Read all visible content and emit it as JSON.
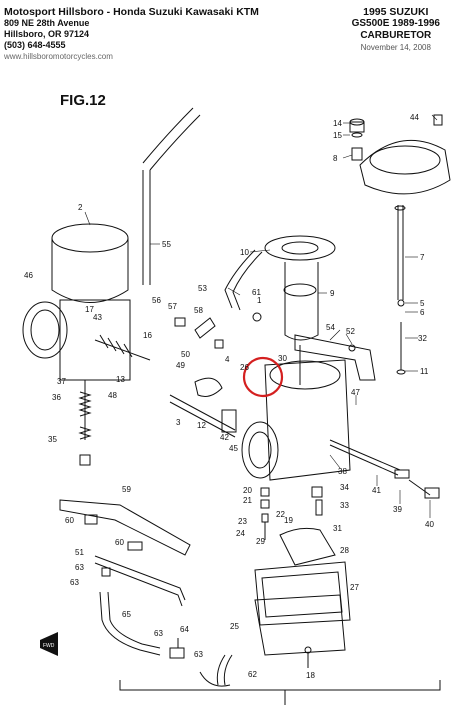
{
  "header": {
    "dealer": "Motosport Hillsboro - Honda Suzuki Kawasaki KTM",
    "address": "809 NE 28th Avenue",
    "city": "Hillsboro, OR 97124",
    "phone": "(503) 648-4555",
    "website": "www.hillsboromotorcycles.com",
    "year_make": "1995  SUZUKI",
    "model": "GS500E 1989-1996",
    "section": "CARBURETOR",
    "date": "November 14, 2008"
  },
  "figure_label": "FIG.12",
  "highlight_color": "#d42020",
  "highlighted_part": "26",
  "callouts": [
    {
      "id": "c1",
      "text": "1"
    },
    {
      "id": "c2",
      "text": "2"
    },
    {
      "id": "c3",
      "text": "3"
    },
    {
      "id": "c4",
      "text": "4"
    },
    {
      "id": "c5",
      "text": "5"
    },
    {
      "id": "c6",
      "text": "6"
    },
    {
      "id": "c7",
      "text": "7"
    },
    {
      "id": "c8",
      "text": "8"
    },
    {
      "id": "c9",
      "text": "9"
    },
    {
      "id": "c10",
      "text": "10"
    },
    {
      "id": "c11",
      "text": "11"
    },
    {
      "id": "c12",
      "text": "12"
    },
    {
      "id": "c13",
      "text": "13"
    },
    {
      "id": "c14",
      "text": "14"
    },
    {
      "id": "c15",
      "text": "15"
    },
    {
      "id": "c16",
      "text": "16"
    },
    {
      "id": "c17",
      "text": "17"
    },
    {
      "id": "c18",
      "text": "18"
    },
    {
      "id": "c19",
      "text": "19"
    },
    {
      "id": "c20",
      "text": "20"
    },
    {
      "id": "c21",
      "text": "21"
    },
    {
      "id": "c22",
      "text": "22"
    },
    {
      "id": "c23",
      "text": "23"
    },
    {
      "id": "c24",
      "text": "24"
    },
    {
      "id": "c25",
      "text": "25"
    },
    {
      "id": "c26",
      "text": "26"
    },
    {
      "id": "c27",
      "text": "27"
    },
    {
      "id": "c28",
      "text": "28"
    },
    {
      "id": "c29",
      "text": "29"
    },
    {
      "id": "c30",
      "text": "30"
    },
    {
      "id": "c31",
      "text": "31"
    },
    {
      "id": "c32",
      "text": "32"
    },
    {
      "id": "c33",
      "text": "33"
    },
    {
      "id": "c34",
      "text": "34"
    },
    {
      "id": "c35",
      "text": "35"
    },
    {
      "id": "c36",
      "text": "36"
    },
    {
      "id": "c37",
      "text": "37"
    },
    {
      "id": "c38",
      "text": "38"
    },
    {
      "id": "c39",
      "text": "39"
    },
    {
      "id": "c40",
      "text": "40"
    },
    {
      "id": "c41",
      "text": "41"
    },
    {
      "id": "c42",
      "text": "42"
    },
    {
      "id": "c43",
      "text": "43"
    },
    {
      "id": "c44",
      "text": "44"
    },
    {
      "id": "c45",
      "text": "45"
    },
    {
      "id": "c46",
      "text": "46"
    },
    {
      "id": "c47",
      "text": "47"
    },
    {
      "id": "c48",
      "text": "48"
    },
    {
      "id": "c49",
      "text": "49"
    },
    {
      "id": "c50",
      "text": "50"
    },
    {
      "id": "c51",
      "text": "51"
    },
    {
      "id": "c52",
      "text": "52"
    },
    {
      "id": "c53",
      "text": "53"
    },
    {
      "id": "c54",
      "text": "54"
    },
    {
      "id": "c55",
      "text": "55"
    },
    {
      "id": "c56",
      "text": "56"
    },
    {
      "id": "c57",
      "text": "57"
    },
    {
      "id": "c58",
      "text": "58"
    },
    {
      "id": "c59",
      "text": "59"
    },
    {
      "id": "c60a",
      "text": "60"
    },
    {
      "id": "c60b",
      "text": "60"
    },
    {
      "id": "c61",
      "text": "61"
    },
    {
      "id": "c62",
      "text": "62"
    },
    {
      "id": "c63a",
      "text": "63"
    },
    {
      "id": "c63b",
      "text": "63"
    },
    {
      "id": "c63c",
      "text": "63"
    },
    {
      "id": "c63d",
      "text": "63"
    },
    {
      "id": "c64",
      "text": "64"
    },
    {
      "id": "c65",
      "text": "65"
    }
  ],
  "front_marker": "FWD"
}
